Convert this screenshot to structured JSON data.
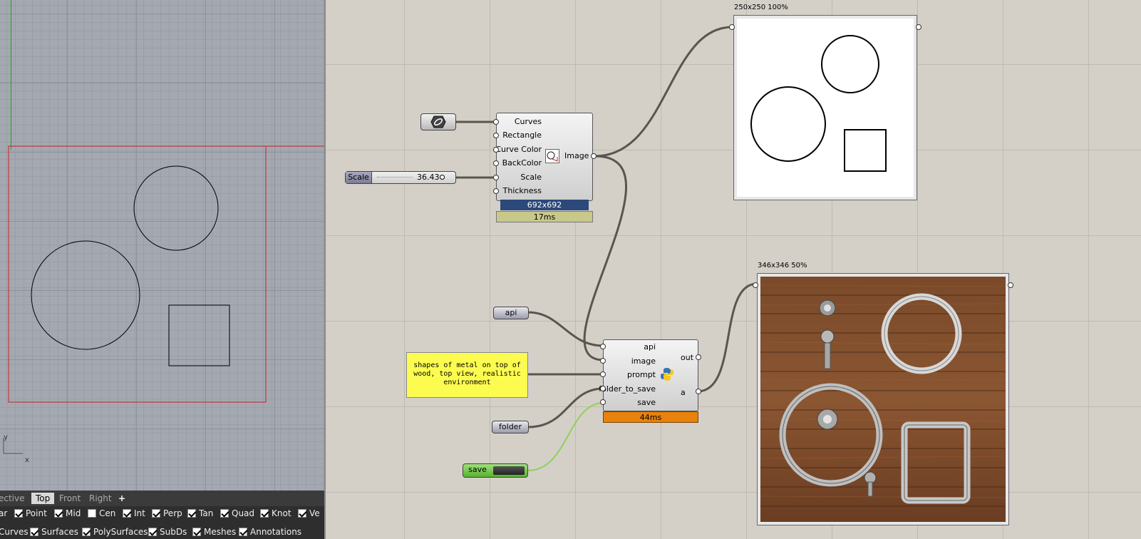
{
  "rhino": {
    "axis_y": "y",
    "axis_x": "x",
    "tabs": [
      {
        "label": "ective",
        "active": false
      },
      {
        "label": "Top",
        "active": true
      },
      {
        "label": "Front",
        "active": false
      },
      {
        "label": "Right",
        "active": false
      },
      {
        "label": "+",
        "active": false
      }
    ],
    "osnaps": [
      {
        "label": "ar",
        "checked": null
      },
      {
        "label": "Point",
        "checked": true
      },
      {
        "label": "Mid",
        "checked": true
      },
      {
        "label": "Cen",
        "checked": false
      },
      {
        "label": "Int",
        "checked": true
      },
      {
        "label": "Perp",
        "checked": true
      },
      {
        "label": "Tan",
        "checked": true
      },
      {
        "label": "Quad",
        "checked": true
      },
      {
        "label": "Knot",
        "checked": true
      },
      {
        "label": "Ve",
        "checked": true
      }
    ],
    "filters": [
      {
        "label": "Curves",
        "checked": null
      },
      {
        "label": "Surfaces",
        "checked": true
      },
      {
        "label": "PolySurfaces",
        "checked": true
      },
      {
        "label": "SubDs",
        "checked": true
      },
      {
        "label": "Meshes",
        "checked": true
      },
      {
        "label": "Annotations",
        "checked": true
      }
    ]
  },
  "gh": {
    "slider": {
      "name": "Scale",
      "value": "36.43"
    },
    "image_component": {
      "inputs": [
        "Curves",
        "Rectangle",
        "Curve Color",
        "BackColor",
        "Scale",
        "Thickness"
      ],
      "output": "Image",
      "size_badge": "692x692",
      "timing": "17ms"
    },
    "python_component": {
      "inputs": [
        "api",
        "image",
        "prompt",
        "folder_to_save",
        "save"
      ],
      "outputs": [
        "out",
        "a"
      ],
      "timing": "44ms"
    },
    "api_param": "api",
    "folder_param": "folder",
    "panel_text": "shapes of metal on top of wood, top view, realistic environment",
    "toggle": {
      "label": "save",
      "value": true
    },
    "image_viewer_1": {
      "label": "250x250  100%"
    },
    "image_viewer_2": {
      "label": "346x346  50%"
    }
  },
  "colors": {
    "viewport_bg": "#a3a8b1",
    "canvas_bg": "#d4d0c8",
    "size_badge": "#2b4a7a",
    "timing_ok": "#c8c88a",
    "timing_warn": "#e8820c",
    "panel_yellow": "#fcfc50",
    "toggle_green": "#7ec850",
    "wire": "#5a5550",
    "wire_active": "#8fd05a"
  }
}
